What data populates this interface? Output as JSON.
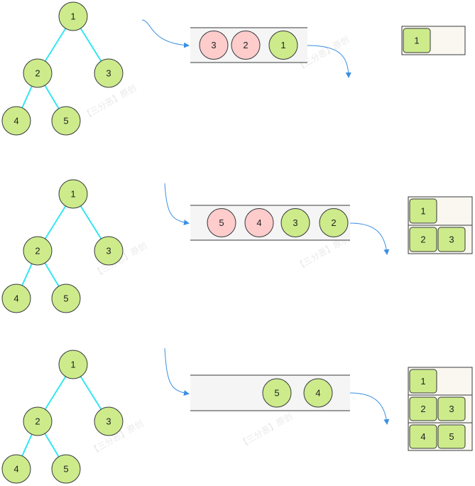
{
  "colors": {
    "node_green": "#cdeb8b",
    "node_red": "#ffcccc",
    "tree_edge": "#33e6f0",
    "arrow": "#3a8fe3",
    "queue_bg": "#f5f5f5",
    "result_bg": "#f9f7ef",
    "stroke": "#36393d"
  },
  "watermark": "【三分恶】原创",
  "steps": [
    {
      "tree": {
        "root": "1",
        "level2": [
          "2",
          "3"
        ],
        "level3": [
          "4",
          "5"
        ]
      },
      "queue": [
        {
          "label": "3",
          "state": "pending"
        },
        {
          "label": "2",
          "state": "pending"
        },
        {
          "label": "1",
          "state": "current"
        }
      ],
      "result": [
        [
          "1"
        ]
      ]
    },
    {
      "tree": {
        "root": "1",
        "level2": [
          "2",
          "3"
        ],
        "level3": [
          "4",
          "5"
        ]
      },
      "queue": [
        {
          "label": "5",
          "state": "pending"
        },
        {
          "label": "4",
          "state": "pending"
        },
        {
          "label": "3",
          "state": "current"
        },
        {
          "label": "2",
          "state": "current"
        }
      ],
      "result": [
        [
          "1"
        ],
        [
          "2",
          "3"
        ]
      ]
    },
    {
      "tree": {
        "root": "1",
        "level2": [
          "2",
          "3"
        ],
        "level3": [
          "4",
          "5"
        ]
      },
      "queue": [
        {
          "label": "5",
          "state": "current"
        },
        {
          "label": "4",
          "state": "current"
        }
      ],
      "result": [
        [
          "1"
        ],
        [
          "2",
          "3"
        ],
        [
          "4",
          "5"
        ]
      ]
    }
  ]
}
